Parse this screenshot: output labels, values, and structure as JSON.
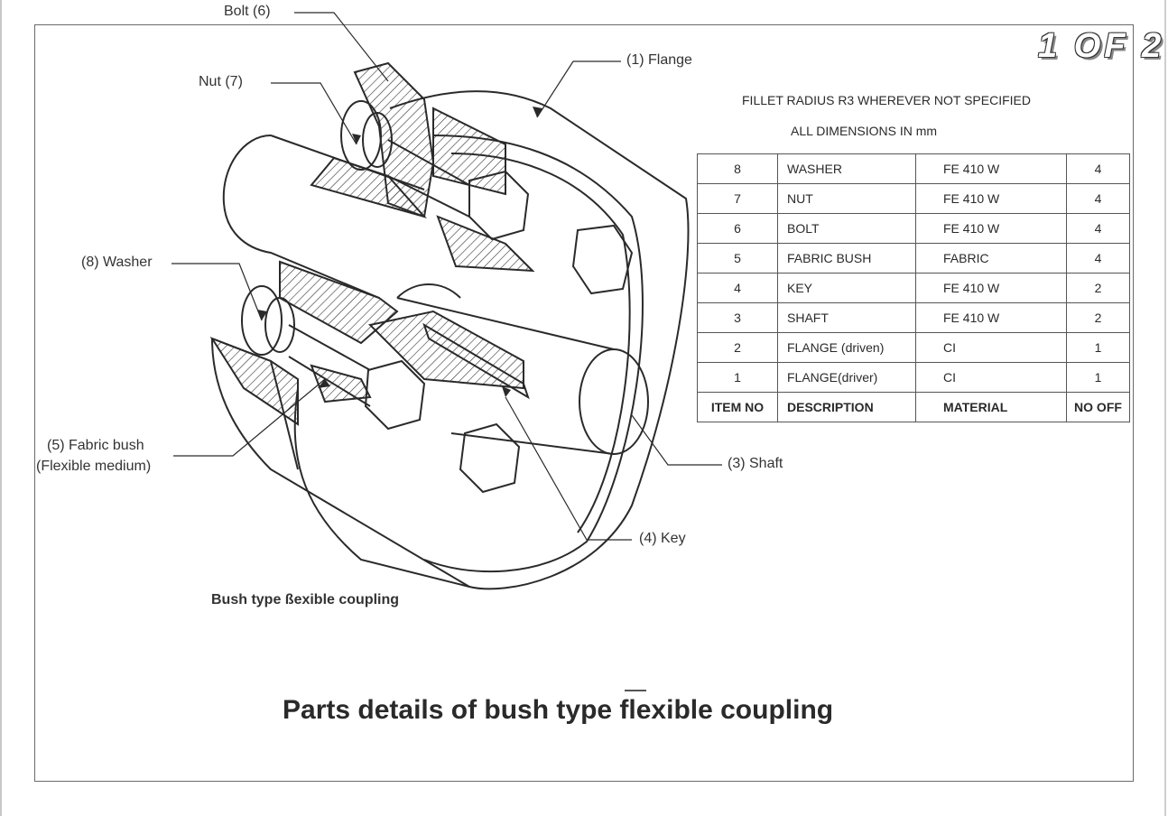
{
  "page_indicator": "1 OF 2",
  "notes": {
    "fillet": "FILLET RADIUS R3 WHEREVER NOT SPECIFIED",
    "units": "ALL DIMENSIONS IN mm"
  },
  "drawing": {
    "labels": {
      "bolt": "Bolt (6)",
      "nut": "Nut (7)",
      "flange": "(1) Flange",
      "washer": "(8) Washer",
      "fabric_bush_1": "(5) Fabric bush",
      "fabric_bush_2": "(Flexible medium)",
      "shaft": "(3) Shaft",
      "key": "(4) Key"
    },
    "caption": "Bush type ßexible coupling"
  },
  "bom_table": {
    "rows": [
      {
        "item": "8",
        "description": "WASHER",
        "material": "FE 410 W",
        "qty": "4"
      },
      {
        "item": "7",
        "description": "NUT",
        "material": "FE 410 W",
        "qty": "4"
      },
      {
        "item": "6",
        "description": "BOLT",
        "material": "FE 410 W",
        "qty": "4"
      },
      {
        "item": "5",
        "description": "FABRIC BUSH",
        "material": "FABRIC",
        "qty": "4"
      },
      {
        "item": "4",
        "description": "KEY",
        "material": "FE 410 W",
        "qty": "2"
      },
      {
        "item": "3",
        "description": "SHAFT",
        "material": "FE 410 W",
        "qty": "2"
      },
      {
        "item": "2",
        "description": "FLANGE (driven)",
        "material": "CI",
        "qty": "1"
      },
      {
        "item": "1",
        "description": "FLANGE(driver)",
        "material": "CI",
        "qty": "1"
      }
    ],
    "header": {
      "item": "ITEM NO",
      "description": "DESCRIPTION",
      "material": "MATERIAL",
      "qty": "NO OFF"
    }
  },
  "title": "Parts details of bush type flexible coupling"
}
